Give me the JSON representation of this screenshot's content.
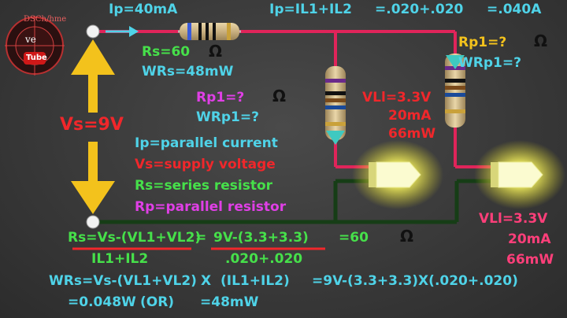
{
  "logo": {
    "top_text": "DSCh/hme",
    "mid_text": "ve",
    "tube_text": "Tube"
  },
  "top_bar": {
    "ip": "Ip=40mA",
    "ip_sum": "Ip=IL1+IL2",
    "ip_calc": "=.020+.020",
    "ip_result": "=.040A"
  },
  "series_resistor": {
    "rs": "Rs=60",
    "wrs": "WRs=48mW"
  },
  "supply": {
    "vs": "Vs=9V"
  },
  "parallel_resistor_left": {
    "rp1": "Rp1=?",
    "wrp1": "WRp1=?"
  },
  "parallel_resistor_right": {
    "rp1": "Rp1=?",
    "wrp1": "WRp1=?"
  },
  "led1": {
    "vl": "VLl=3.3V",
    "current": "20mA",
    "power": "66mW"
  },
  "led2": {
    "vl": "VLl=3.3V",
    "current": "20mA",
    "power": "66mW"
  },
  "legend": {
    "ip": "Ip=parallel current",
    "vs": "Vs=supply voltage",
    "rs": "Rs=series resistor",
    "rp": "Rp=parallel resistor"
  },
  "formula": {
    "rs_numerator": "Rs=Vs-(VL1+VL2)",
    "eq": "=",
    "rs_subst": "9V-(3.3+3.3)",
    "rs_result": "=60",
    "rs_denominator": "IL1+IL2",
    "rs_denominator_subst": ".020+.020",
    "wrs": "WRs=Vs-(VL1+VL2)",
    "wrs_x": "X",
    "wrs_current": "(IL1+IL2)",
    "wrs_subst": "=9V-(3.3+3.3)X(.020+.020)",
    "wrs_result": "=0.048W",
    "wrs_or": "(OR)",
    "wrs_result2": "=48mW"
  },
  "ohm_symbol": "Ω",
  "colors": {
    "positive_wire": "#e0245a",
    "negative_wire": "#1b4a1b",
    "cyan_text": "#4fd3e8",
    "green_text": "#46e04a",
    "red_text": "#f0272b",
    "arrow_yellow": "#f3c21c"
  }
}
